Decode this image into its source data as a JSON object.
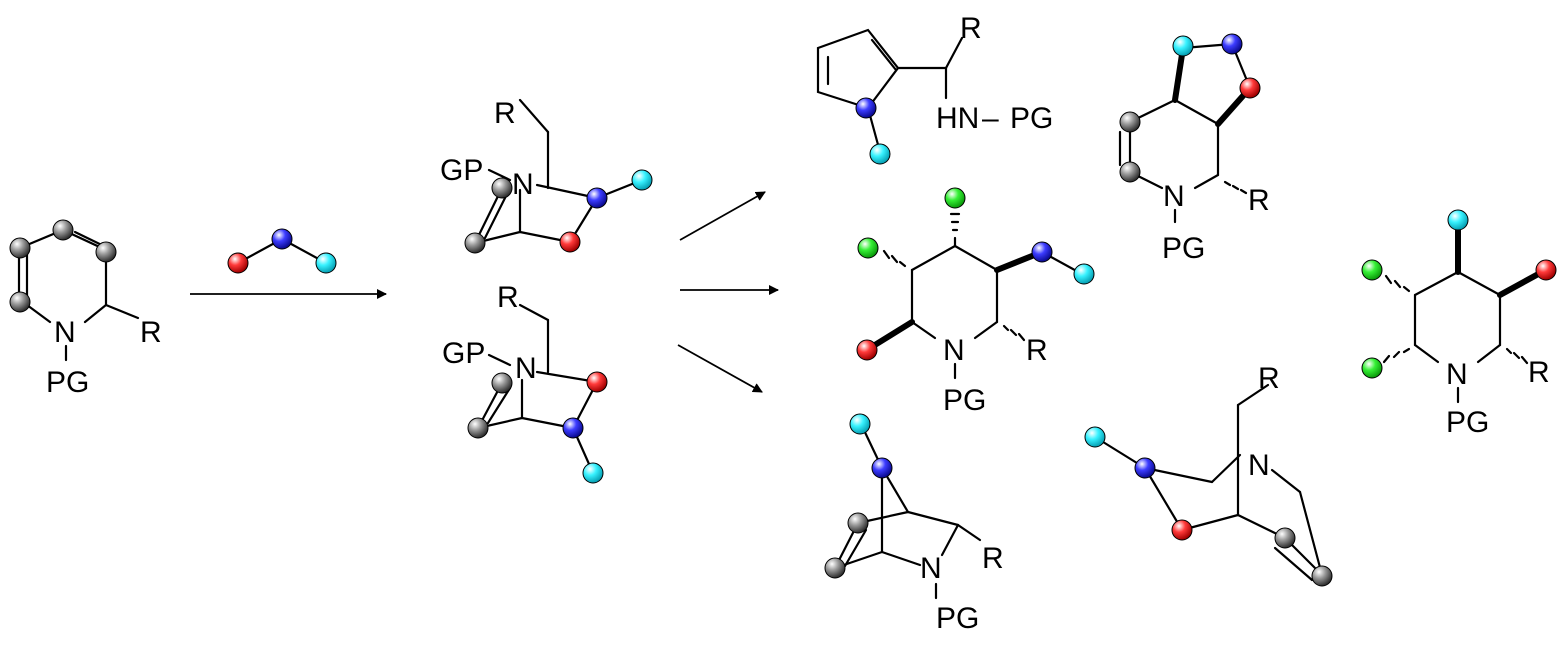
{
  "labels": {
    "R": "R",
    "N": "N",
    "PG": "PG",
    "GP": "GP",
    "HN": "HN",
    "dash": "–"
  },
  "colors": {
    "gray": "#555555",
    "red": "#e01010",
    "blue": "#2a2ad8",
    "cyan": "#22e4f0",
    "green": "#22dd22",
    "black": "#000000"
  }
}
